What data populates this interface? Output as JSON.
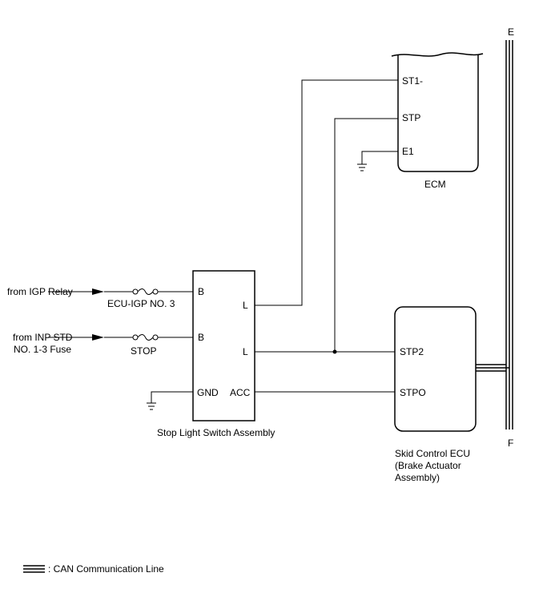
{
  "ecm": {
    "name": "ECM",
    "pins": {
      "st1": "ST1-",
      "stp": "STP",
      "e1": "E1"
    }
  },
  "bus": {
    "top_label": "E",
    "bottom_label": "F"
  },
  "sources": {
    "igp_relay": "from IGP Relay",
    "inp_std_line1": "from INP STD",
    "inp_std_line2": "NO. 1-3 Fuse"
  },
  "fuses": {
    "ecu_igp": "ECU-IGP NO. 3",
    "stop": "STOP"
  },
  "switch": {
    "name": "Stop Light Switch Assembly",
    "pins": {
      "b1": "B",
      "b2": "B",
      "gnd": "GND",
      "l1": "L",
      "l2": "L",
      "acc": "ACC"
    }
  },
  "skid_ecu": {
    "name_line1": "Skid Control ECU",
    "name_line2": "(Brake Actuator",
    "name_line3": "Assembly)",
    "pins": {
      "stp2": "STP2",
      "stpo": "STPO"
    }
  },
  "legend": {
    "label": ": CAN Communication Line"
  }
}
